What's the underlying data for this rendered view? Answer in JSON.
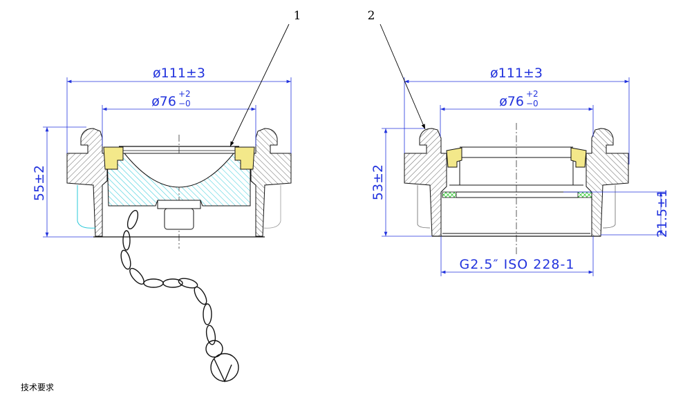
{
  "parts": [
    {
      "label": "1",
      "dims": {
        "outer": "ø111±3",
        "inner_base": "ø76",
        "inner_tol_upper": "+2",
        "inner_tol_lower": "−0",
        "height": "55±2"
      }
    },
    {
      "label": "2",
      "dims": {
        "outer": "ø111±3",
        "inner_base": "ø76",
        "inner_tol_upper": "+2",
        "inner_tol_lower": "−0",
        "height": "53±2",
        "thread_height": "21.5±1",
        "thread": "G2.5″ ISO 228-1"
      }
    }
  ],
  "note": "技术要求",
  "colors": {
    "dimension": "#2233dd",
    "seal": "#f3e88a",
    "cap": "#28c8d8",
    "oring": "#33cc33"
  }
}
